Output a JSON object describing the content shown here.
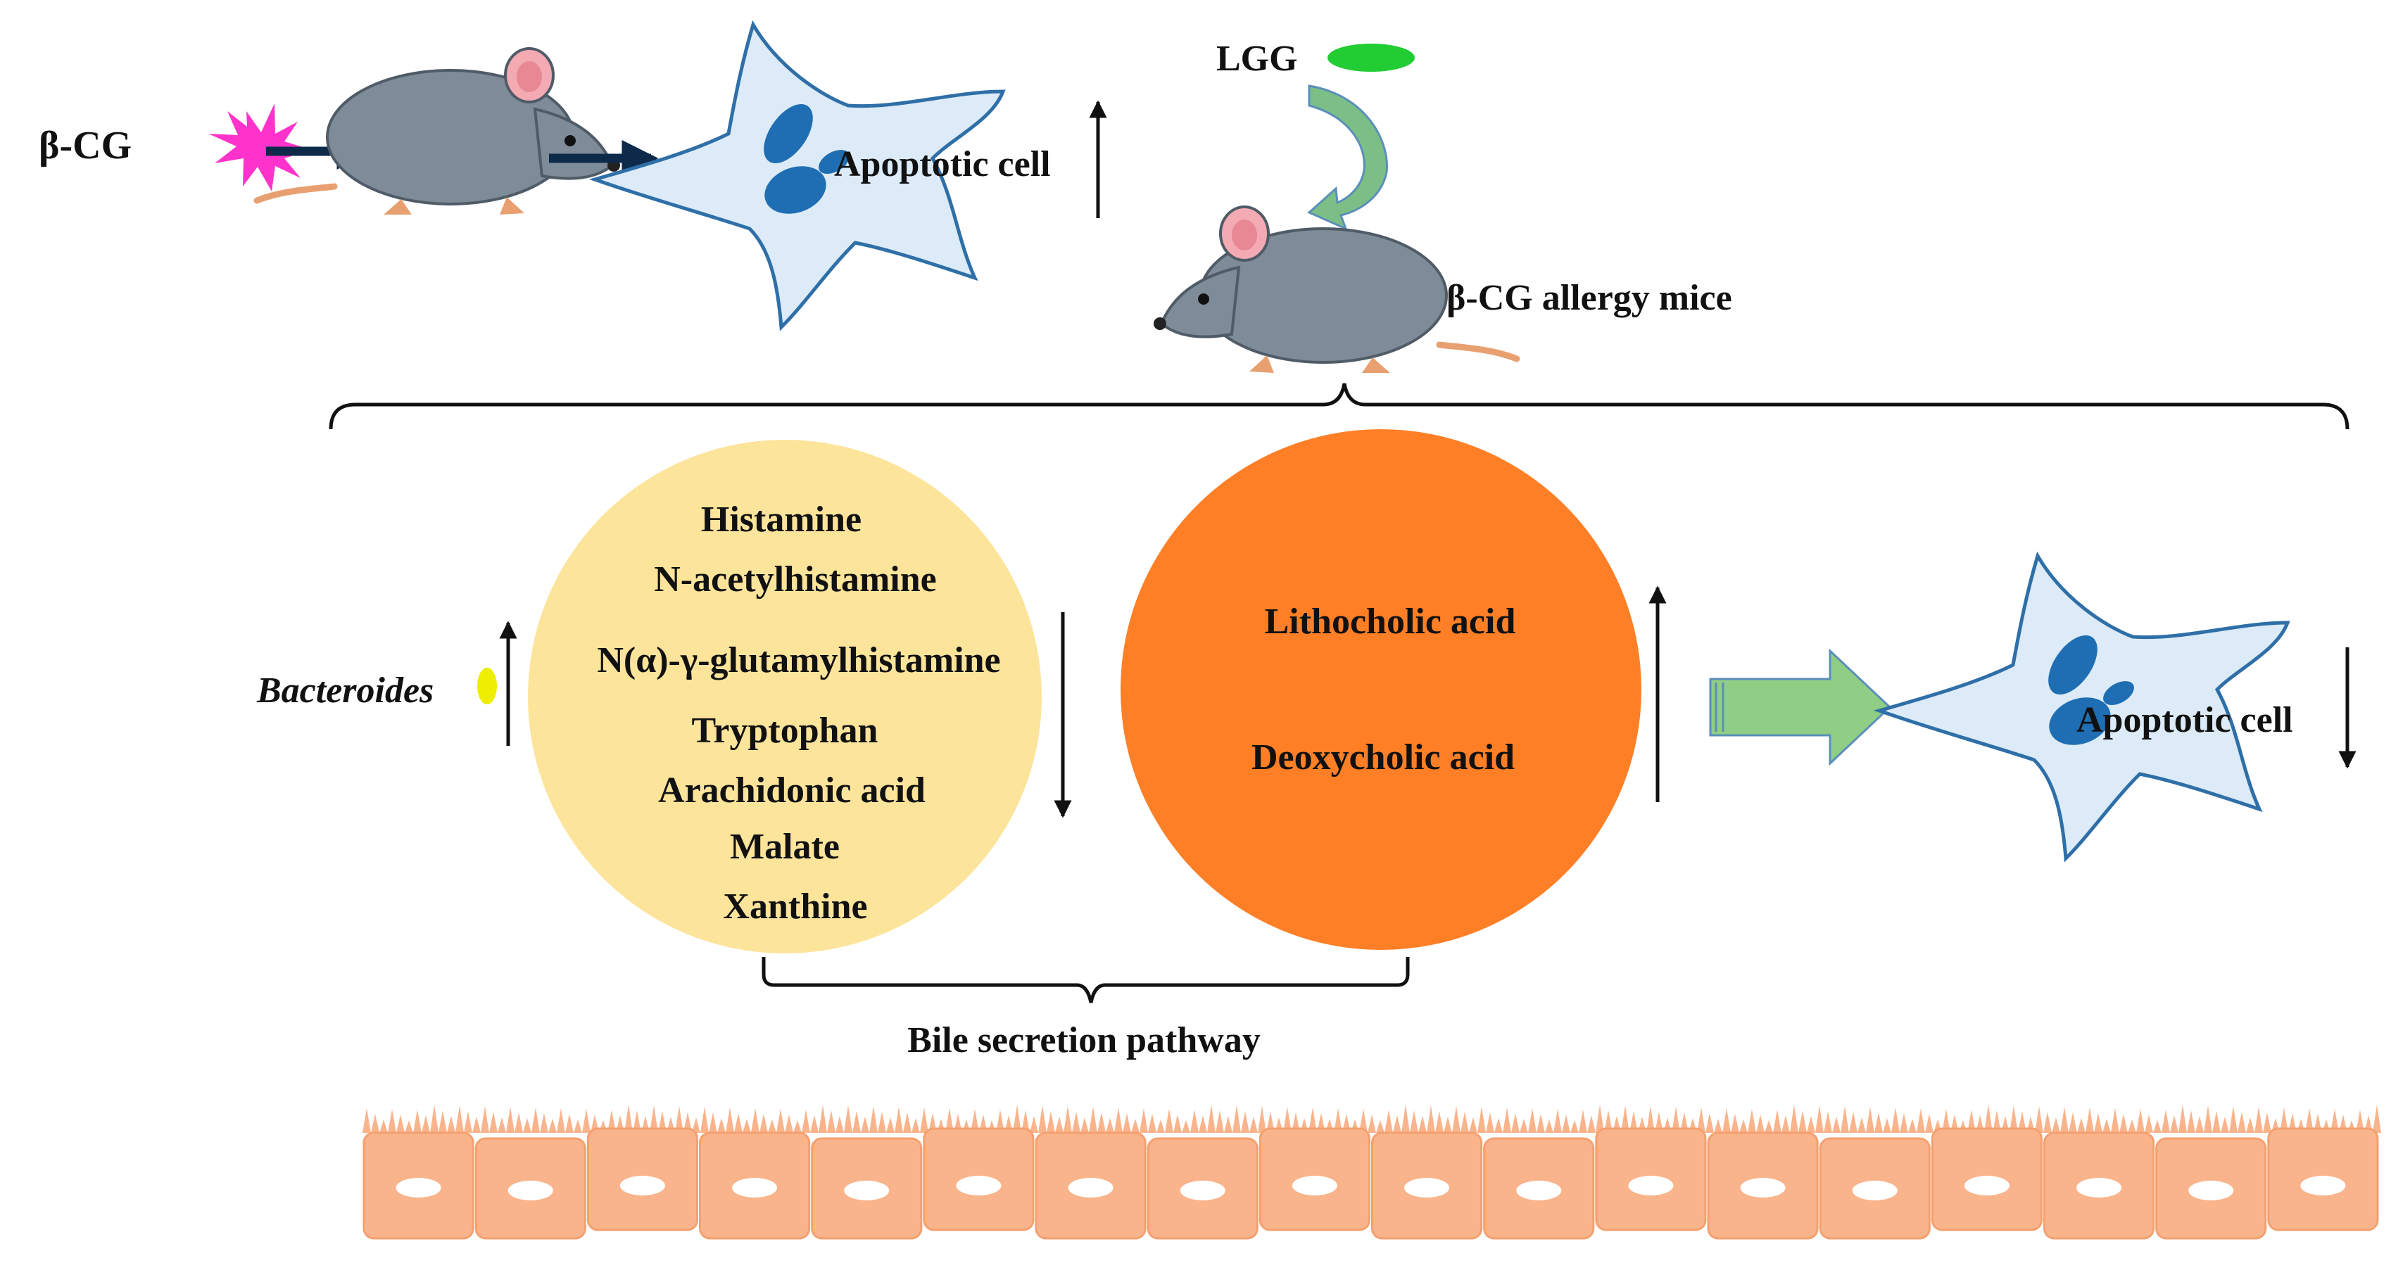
{
  "top_left": {
    "allergen_label": "β-CG",
    "apoptotic_label": "Apoptotic cell"
  },
  "treatment": {
    "probiotic_label": "LGG",
    "mice_label": "β-CG allergy mice"
  },
  "left_circle": {
    "metabolites": [
      "Histamine",
      "N-acetylhistamine",
      "N(α)-γ-glutamylhistamine",
      "Tryptophan",
      "Arachidonic acid",
      "Malate",
      "Xanthine"
    ]
  },
  "right_circle": {
    "metabolites": [
      "Lithocholic acid",
      "Deoxycholic acid"
    ]
  },
  "bacteria_label": "Bacteroides",
  "outcome_apoptotic_label": "Apoptotic cell",
  "pathway_label": "Bile secretion pathway",
  "colors": {
    "allergen_star": "#ff33cc",
    "lgg": "#22cc33",
    "bacteroides": "#eeee00",
    "left_circle": "#fde49b",
    "right_circle": "#ff7f27",
    "cell_fill": "#dcebf7",
    "nucleus": "#1f6eb3",
    "mouse_body": "#7e8c99",
    "gut_epithelium": "#f9b48c",
    "big_arrow": "#8fce84",
    "curved_arrow": "#7bbf87"
  },
  "icons": [
    "star-icon",
    "mouse-icon",
    "cell-icon",
    "ellipse-icon",
    "arrow-icon"
  ]
}
